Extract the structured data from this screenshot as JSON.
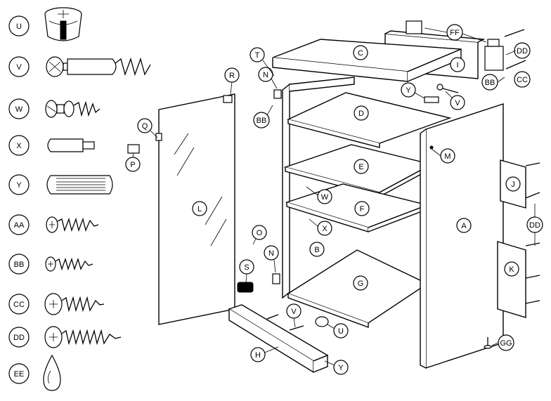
{
  "legend": [
    {
      "key": "U",
      "label": "U",
      "icon": "cam-lock-icon"
    },
    {
      "key": "V",
      "label": "V",
      "icon": "cam-bolt-icon"
    },
    {
      "key": "W",
      "label": "W",
      "icon": "shelf-support-screw-icon"
    },
    {
      "key": "X",
      "label": "X",
      "icon": "shelf-peg-icon"
    },
    {
      "key": "Y",
      "label": "Y",
      "icon": "wooden-dowel-icon"
    },
    {
      "key": "AA",
      "label": "AA",
      "icon": "screw-aa-icon"
    },
    {
      "key": "BB",
      "label": "BB",
      "icon": "screw-bb-icon"
    },
    {
      "key": "CC",
      "label": "CC",
      "icon": "screw-cc-icon"
    },
    {
      "key": "DD",
      "label": "DD",
      "icon": "screw-dd-icon"
    },
    {
      "key": "EE",
      "label": "EE",
      "icon": "glue-drop-icon"
    }
  ],
  "callouts": {
    "A": "A",
    "B": "B",
    "C": "C",
    "D": "D",
    "E": "E",
    "F": "F",
    "G": "G",
    "H": "H",
    "I": "I",
    "J": "J",
    "K": "K",
    "L": "L",
    "M": "M",
    "N": "N",
    "N2": "N",
    "O": "O",
    "P": "P",
    "Q": "Q",
    "R": "R",
    "S": "S",
    "T": "T",
    "U": "U",
    "V": "V",
    "V2": "V",
    "W": "W",
    "X": "X",
    "Y": "Y",
    "Y2": "Y",
    "BB": "BB",
    "BB2": "BB",
    "CC": "CC",
    "DD": "DD",
    "DD2": "DD",
    "FF": "FF",
    "GG": "GG"
  }
}
